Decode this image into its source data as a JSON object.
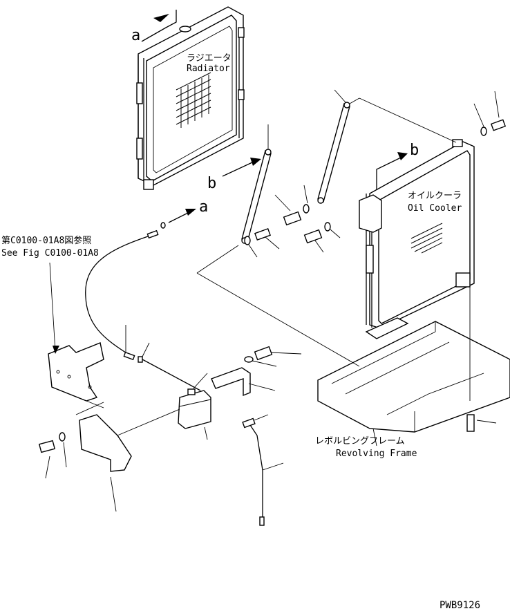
{
  "labels": {
    "radiator_ja": "ラジエータ",
    "radiator_en": "Radiator",
    "oil_cooler_ja": "オイルクーラ",
    "oil_cooler_en": "Oil Cooler",
    "revolving_frame_ja": "レボルビングフレーム",
    "revolving_frame_en": "Revolving Frame",
    "see_fig_ja": "第C0100-01A8図参照",
    "see_fig_en": "See Fig C0100-01A8",
    "marker_a": "a",
    "marker_b": "b",
    "figure_code": "PWB9126"
  }
}
